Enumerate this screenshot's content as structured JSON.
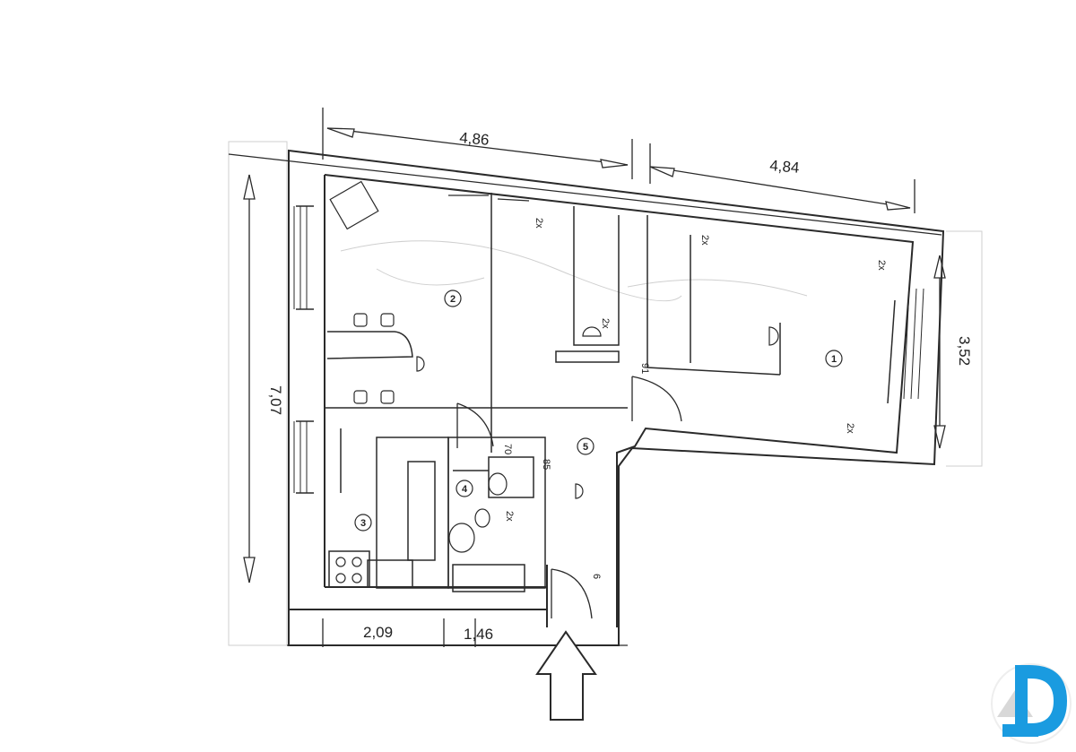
{
  "plan": {
    "dimensions": {
      "top_left": "4,86",
      "top_right": "4,84",
      "left_height": "7,07",
      "right_height": "3,52",
      "bottom_left": "2,09",
      "bottom_mid": "1,46"
    },
    "room_numbers": [
      "1",
      "2",
      "3",
      "4",
      "5"
    ],
    "fixture_labels": {
      "radiator": "2x",
      "door_a": "91",
      "door_b": "85",
      "door_c": "70",
      "door_d": "6"
    },
    "colors": {
      "line": "#2a2a2a",
      "faint": "#9a9a9a",
      "logo_blue": "#1a9be0",
      "logo_grey": "#d8d8d8"
    }
  },
  "logo": {
    "icon": "d-letter-logo"
  }
}
